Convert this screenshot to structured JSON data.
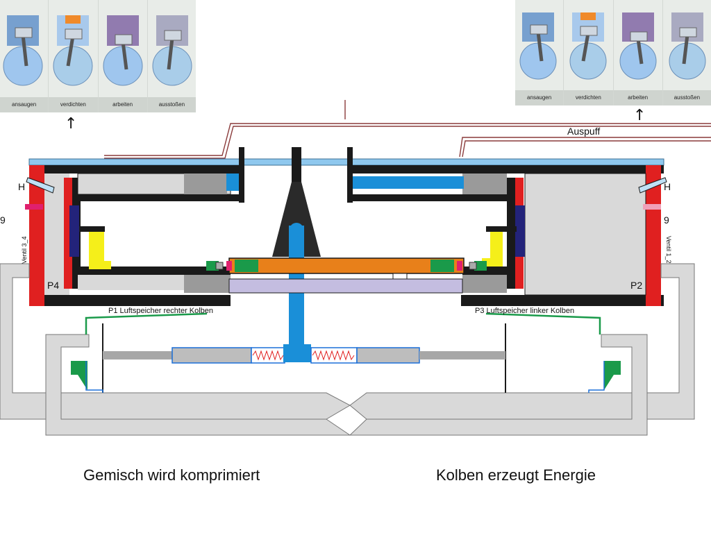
{
  "strips": {
    "left": [
      "ansaugen",
      "verdichten",
      "arbeiten",
      "ausstoßen"
    ],
    "right": [
      "ansaugen",
      "verdichten",
      "arbeiten",
      "ausstoßen"
    ],
    "piston_colors": [
      "#3a78c2",
      "#f08a2a",
      "#7b5fa0",
      "#7b5fa0"
    ]
  },
  "arrows": {
    "left": "↑",
    "right": "↑"
  },
  "labels": {
    "exhaust": "Auspuff",
    "h_left": "H",
    "h_right": "H",
    "nine_left": "9",
    "nine_right": "9",
    "valve_left": "Ventil 3_4",
    "valve_right": "Ventil 1_2",
    "p4": "P4",
    "p2": "P2",
    "p1": "P1 Luftspeicher rechter Kolben",
    "p3": "P3 Luftspeicher linker Kolben"
  },
  "captions": {
    "left": "Gemisch wird komprimiert",
    "right": "Kolben erzeugt Energie"
  },
  "colors": {
    "cylinder_wall": "#e02020",
    "housing": "#1a1a1a",
    "cooling_plate": "#8fc8ee",
    "piston": "#d9d9d9",
    "rod_blue": "#1a8fd8",
    "crosshead": "#e8801a",
    "seal_green": "#1a9a4a",
    "guide_lilac": "#c4bde0",
    "yellow": "#f5ef1a",
    "air_duct": "#d9d9d9"
  }
}
